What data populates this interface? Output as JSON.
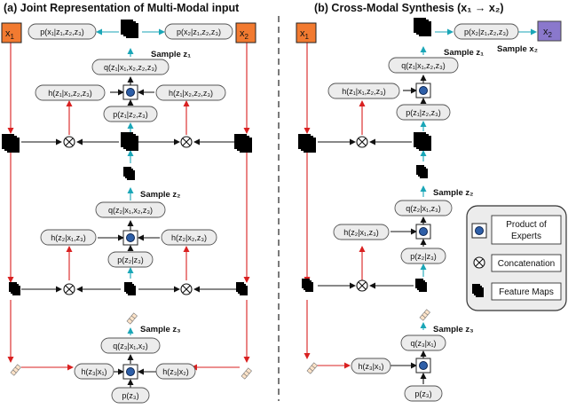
{
  "left": {
    "title": "(a)  Joint Representation of Multi-Modal input",
    "x1": "x",
    "x1_sub": "1",
    "x2": "x",
    "x2_sub": "2",
    "p_x1": "p(x₁|z₁,z₂,z₃)",
    "p_x2": "p(x₂|z₁,z₂,z₃)",
    "sample_z1": "Sample z₁",
    "q_z1": "q(z₁|x₁,x₂,z₂,z₃)",
    "h_z1_x1": "h(z₁|x₁,z₂,z₃)",
    "h_z1_x2": "h(z₁|x₂,z₂,z₃)",
    "p_z1": "p(z₁|z₂,z₃)",
    "sample_z2": "Sample z₂",
    "q_z2": "q(z₂|x₁,x₂,z₃)",
    "h_z2_x1": "h(z₂|x₁,z₃)",
    "h_z2_x2": "h(z₂|x₂,z₃)",
    "p_z2": "p(z₂|z₃)",
    "sample_z3": "Sample z₃",
    "q_z3": "q(z₃|x₁,x₂)",
    "h_z3_x1": "h(z₃|x₁)",
    "h_z3_x2": "h(z₃|x₂)",
    "p_z3": "p(z₃)"
  },
  "right": {
    "title": "(b)  Cross-Modal Synthesis (x₁ → x₂)",
    "x1": "x",
    "x1_sub": "1",
    "x2": "x",
    "x2_sub": "2",
    "p_x2": "p(x₂|z₁,z₂,z₃)",
    "sample_x2": "Sample x₂",
    "sample_z1": "Sample z₁",
    "q_z1": "q(z₁|x₁,z₂,z₃)",
    "h_z1": "h(z₁|x₁,z₂,z₃)",
    "p_z1": "p(z₁|z₂,z₃)",
    "sample_z2": "Sample z₂",
    "q_z2": "q(z₂|x₁,z₃)",
    "h_z2": "h(z₂|x₁,z₃)",
    "p_z2": "p(z₂|z₃)",
    "sample_z3": "Sample z₃",
    "q_z3": "q(z₃|x₁)",
    "h_z3": "h(z₃|x₁)",
    "p_z3": "p(z₃)"
  },
  "legend": {
    "poe": "Product of Experts",
    "poe_line1": "Product of",
    "poe_line2": "Experts",
    "concat": "Concatenation",
    "feature": "Feature Maps"
  }
}
